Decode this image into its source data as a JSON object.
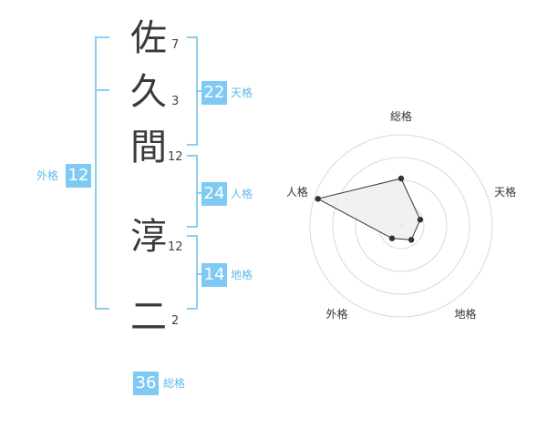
{
  "name": {
    "surname": [
      {
        "char": "佐",
        "strokes": "7"
      },
      {
        "char": "久",
        "strokes": "3"
      },
      {
        "char": "間",
        "strokes": "12"
      }
    ],
    "given": [
      {
        "char": "淳",
        "strokes": "12"
      },
      {
        "char": "二",
        "strokes": "2"
      }
    ]
  },
  "fortune": {
    "tenkaku": {
      "label": "天格",
      "value": "22"
    },
    "jinkaku": {
      "label": "人格",
      "value": "24"
    },
    "chikaku": {
      "label": "地格",
      "value": "14"
    },
    "gaikaku": {
      "label": "外格",
      "value": "12"
    },
    "soukaku": {
      "label": "総格",
      "value": "36"
    }
  },
  "chart_data": {
    "type": "radar",
    "axes": [
      "総格",
      "天格",
      "地格",
      "外格",
      "人格"
    ],
    "values": [
      0.52,
      0.22,
      0.19,
      0.17,
      0.96
    ],
    "max": 1,
    "rings": 4,
    "colors": {
      "fill": "#efefef",
      "line": "#333333",
      "grid": "#d9d9d9",
      "center": "#cccccc"
    }
  }
}
